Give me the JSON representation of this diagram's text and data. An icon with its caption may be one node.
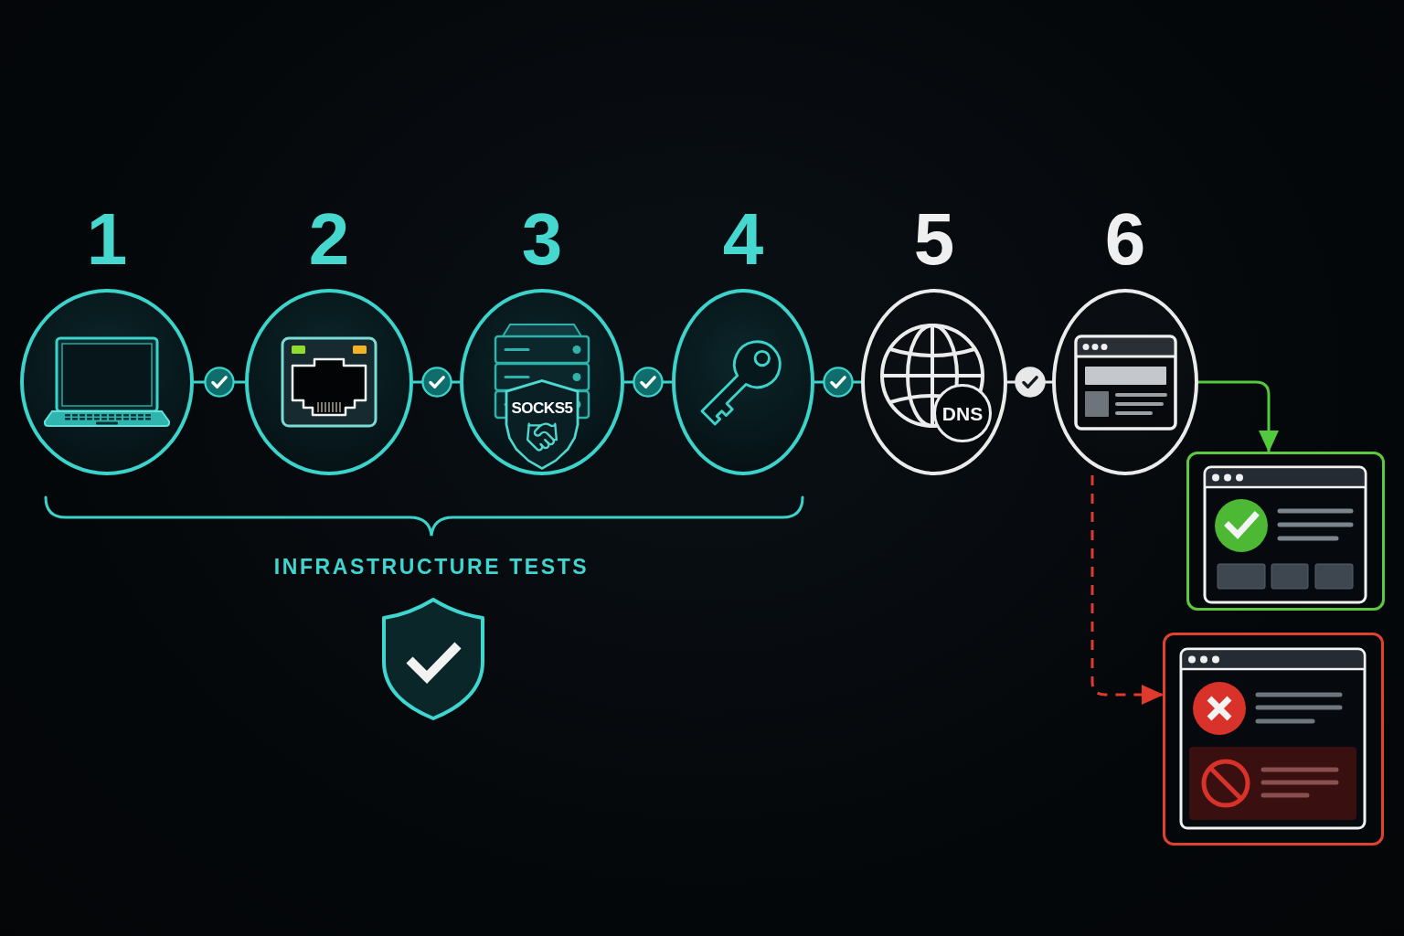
{
  "diagram": {
    "nodes": [
      {
        "text": [
          "1"
        ]
      },
      {
        "text": [
          "2"
        ]
      },
      {
        "text": [
          "3",
          "SOCKS5"
        ]
      },
      {
        "text": [
          "4"
        ]
      },
      {
        "text": [
          "5",
          "DNS"
        ]
      },
      {
        "text": [
          "6"
        ]
      },
      {
        "text": [],
        "shape": "box"
      },
      {
        "text": [],
        "shape": "box"
      }
    ],
    "edges": [
      {
        "from": 0,
        "to": 1,
        "arrow": "none"
      },
      {
        "from": 1,
        "to": 2,
        "arrow": "none"
      },
      {
        "from": 2,
        "to": 3,
        "arrow": "none"
      },
      {
        "from": 3,
        "to": 4,
        "arrow": "none"
      },
      {
        "from": 4,
        "to": 5,
        "arrow": "none",
        "color": "#e8e8e8"
      },
      {
        "from": 5,
        "to": 6,
        "arrow": "to",
        "color": "#52c93f"
      },
      {
        "from": 5,
        "to": 7,
        "arrow": "to",
        "style": "dashed",
        "color": "#e0392d"
      }
    ],
    "labels": [
      "INFRASTRUCTURE TESTS"
    ]
  }
}
